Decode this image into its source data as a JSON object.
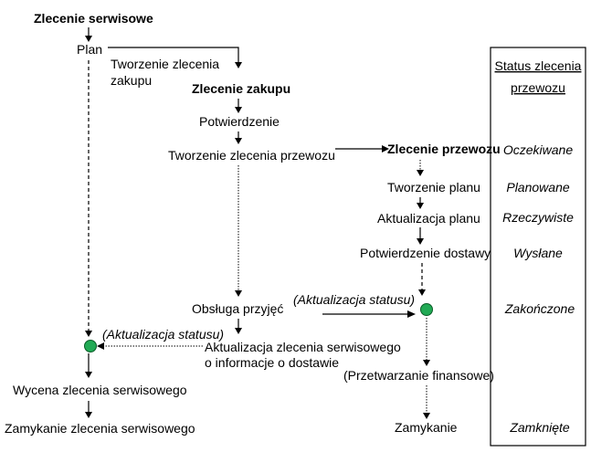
{
  "nodes": {
    "service_order": "Zlecenie serwisowe",
    "plan": "Plan",
    "create_purchase_line1": "Tworzenie zlecenia",
    "create_purchase_line2": "zakupu",
    "purchase_order": "Zlecenie zakupu",
    "confirmation": "Potwierdzenie",
    "create_transport_order": "Tworzenie zlecenia przewozu",
    "transport_order": "Zlecenie przewozu",
    "create_plan": "Tworzenie planu",
    "update_plan": "Aktualizacja planu",
    "delivery_confirmation": "Potwierdzenie dostawy",
    "receipt_handling": "Obsługa przyjęć",
    "status_update_right": "(Aktualizacja statusu)",
    "status_update_left": "(Aktualizacja statusu)",
    "update_service_line1": "Aktualizacja zlecenia serwisowego",
    "update_service_line2": "o informacje o dostawie",
    "financial_processing": "(Przetwarzanie finansowe)",
    "service_valuation": "Wycena zlecenia serwisowego",
    "closing_service": "Zamykanie zlecenia serwisowego",
    "closing": "Zamykanie"
  },
  "status_panel": {
    "title_line1": "Status zlecenia",
    "title_line2": "przewozu",
    "statuses": [
      "Oczekiwane",
      "Planowane",
      "Rzeczywiste",
      "Wysłane",
      "Zakończone",
      "Zamknięte"
    ]
  },
  "colors": {
    "event_fill": "#22aa55",
    "event_stroke": "#0b5c28",
    "line": "#000000"
  }
}
